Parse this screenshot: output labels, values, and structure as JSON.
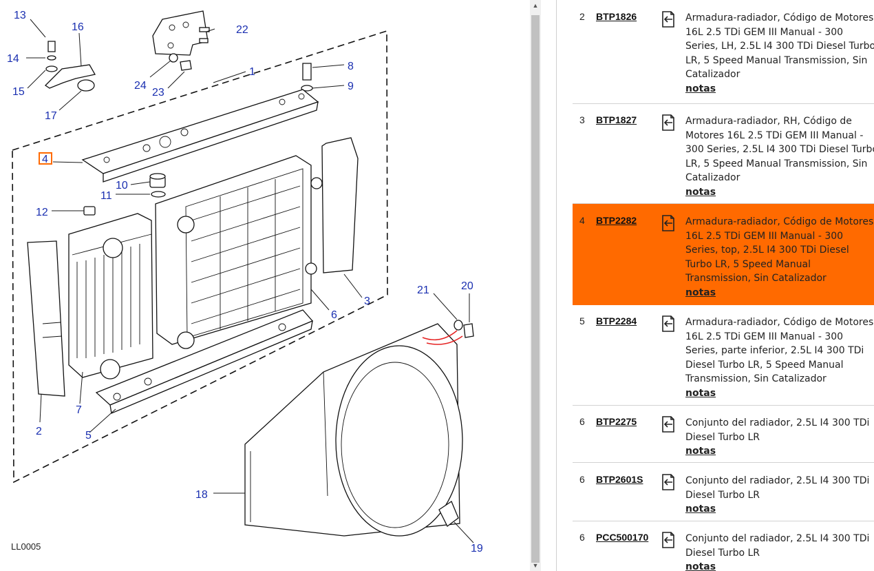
{
  "diagram": {
    "code": "LL0005",
    "callouts": [
      "1",
      "2",
      "3",
      "4",
      "5",
      "6",
      "7",
      "8",
      "9",
      "10",
      "11",
      "12",
      "13",
      "14",
      "15",
      "16",
      "17",
      "18",
      "19",
      "20",
      "21",
      "22",
      "23",
      "24"
    ],
    "highlight_color": "#ff6a00",
    "callout_color": "#1a2fb0"
  },
  "parts": [
    {
      "num": "2",
      "part_no": "BTP1826",
      "icon": "add-to-basket-icon",
      "description": "Armadura-radiador, Código de Motores 16L 2.5 TDi GEM III Manual - 300 Series, LH, 2.5L I4 300 TDi Diesel Turbo LR, 5 Speed Manual Transmission, Sin Catalizador",
      "notes": "notas"
    },
    {
      "num": "3",
      "part_no": "BTP1827",
      "icon": "add-to-basket-icon",
      "description": "Armadura-radiador, RH, Código de Motores 16L 2.5 TDi GEM III Manual - 300 Series, 2.5L I4 300 TDi Diesel Turbo LR, 5 Speed Manual Transmission, Sin Catalizador",
      "notes": "notas"
    },
    {
      "num": "4",
      "part_no": "BTP2282",
      "icon": "add-to-basket-icon",
      "description": "Armadura-radiador, Código de Motores 16L 2.5 TDi GEM III Manual - 300 Series, top, 2.5L I4 300 TDi Diesel Turbo LR, 5 Speed Manual Transmission, Sin Catalizador",
      "notes": "notas",
      "selected": true
    },
    {
      "num": "5",
      "part_no": "BTP2284",
      "icon": "add-to-basket-icon",
      "description": "Armadura-radiador, Código de Motores 16L 2.5 TDi GEM III Manual - 300 Series, parte inferior, 2.5L I4 300 TDi Diesel Turbo LR, 5 Speed Manual Transmission, Sin Catalizador",
      "notes": "notas"
    },
    {
      "num": "6",
      "part_no": "BTP2275",
      "icon": "add-to-basket-icon",
      "description": "Conjunto del radiador, 2.5L I4 300 TDi Diesel Turbo LR",
      "notes": "notas"
    },
    {
      "num": "6",
      "part_no": "BTP2601S",
      "icon": "add-to-basket-icon",
      "description": "Conjunto del radiador, 2.5L I4 300 TDi Diesel Turbo LR",
      "notes": "notas"
    },
    {
      "num": "6",
      "part_no": "PCC500170",
      "icon": "add-to-basket-icon",
      "description": "Conjunto del radiador, 2.5L I4 300 TDi Diesel Turbo LR",
      "notes": "notas"
    }
  ],
  "scrollbar": {
    "up_arrow": "▲",
    "down_arrow": "▼"
  }
}
